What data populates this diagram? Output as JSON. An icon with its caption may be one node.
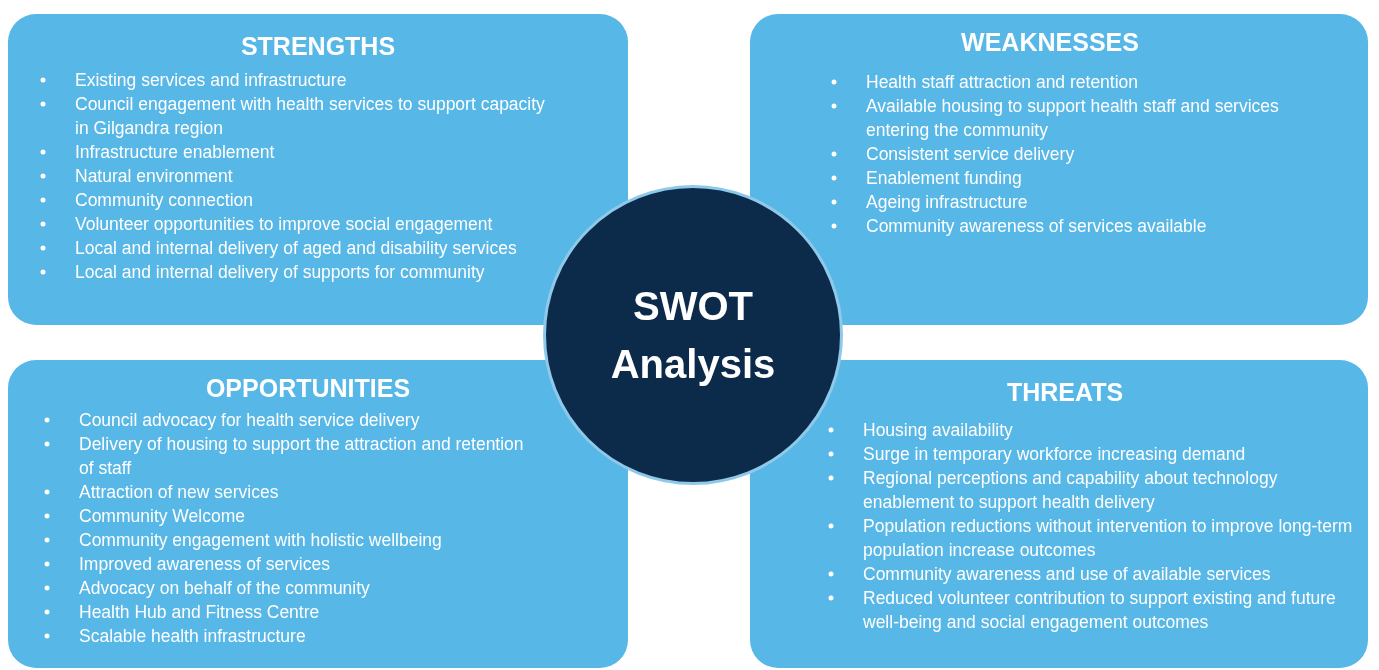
{
  "diagram": {
    "nodes": [
      {
        "text": [
          "STRENGTHS",
          "Existing services and infrastructure",
          "Council engagement with health services to support capacity in Gilgandra region",
          "Infrastructure enablement",
          "Natural environment",
          "Community connection",
          "Volunteer opportunities to improve social engagement",
          "Local and internal delivery of aged and disability services",
          "Local and internal delivery of supports for community"
        ]
      },
      {
        "text": [
          "WEAKNESSES",
          "Health staff attraction and retention",
          "Available housing to support health staff and services entering the community",
          "Consistent service delivery",
          "Enablement funding",
          "Ageing infrastructure",
          "Community awareness of services available"
        ]
      },
      {
        "text": [
          "SWOT Analysis"
        ]
      },
      {
        "text": [
          "OPPORTUNITIES",
          "Council advocacy for health service delivery",
          "Delivery of housing to support the attraction and retention of staff",
          "Attraction of new services",
          "Community Welcome",
          "Community engagement with holistic wellbeing",
          "Improved awareness of services",
          "Advocacy on behalf of the community",
          "Health Hub and Fitness Centre",
          "Scalable health infrastructure"
        ]
      },
      {
        "text": [
          "THREATS",
          "Housing availability",
          "Surge in temporary workforce increasing demand",
          "Regional perceptions and capability about technology enablement to support health delivery",
          "Population reductions without intervention to improve long-term population increase outcomes",
          "Community awareness and use of available services",
          "Reduced volunteer contribution to support existing and future well-being and social engagement outcomes"
        ]
      }
    ]
  }
}
